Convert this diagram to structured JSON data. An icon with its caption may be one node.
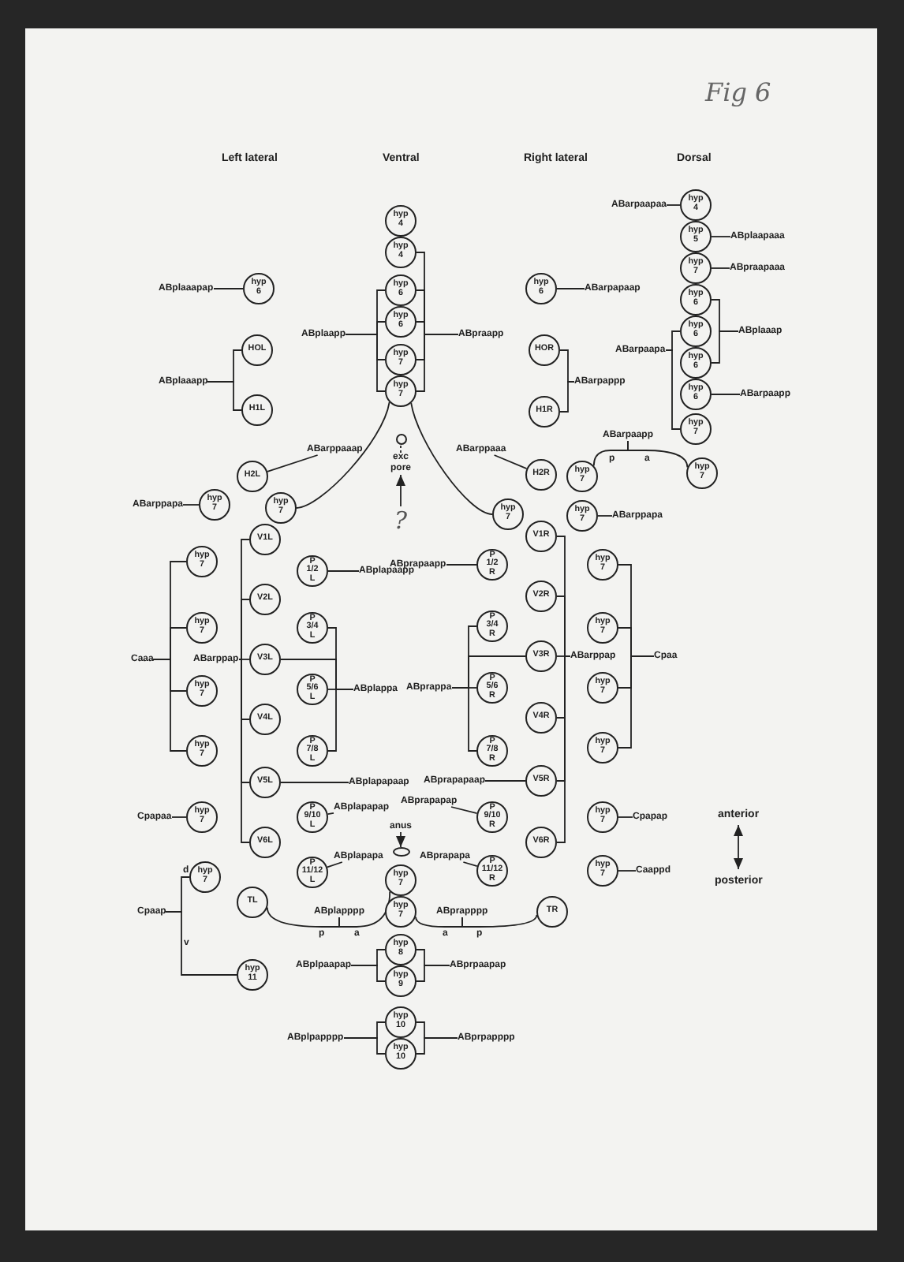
{
  "diagram": {
    "nodes": [
      {
        "text": [
          "hyp 4"
        ]
      },
      {
        "text": [
          "hyp 4"
        ]
      },
      {
        "text": [
          "hyp 6"
        ]
      },
      {
        "text": [
          "hyp 6"
        ]
      },
      {
        "text": [
          "hyp 7"
        ]
      },
      {
        "text": [
          "hyp 7"
        ]
      },
      {
        "text": [
          "ABplaapp"
        ]
      },
      {
        "text": [
          "ABpraapp"
        ]
      },
      {
        "text": [
          "hyp 6"
        ]
      },
      {
        "text": [
          "ABplaaapap"
        ]
      },
      {
        "text": [
          "HOL"
        ]
      },
      {
        "text": [
          "H1L"
        ]
      },
      {
        "text": [
          "ABplaaapp"
        ]
      },
      {
        "text": [
          "hyp 6"
        ]
      },
      {
        "text": [
          "ABarpapaap"
        ]
      },
      {
        "text": [
          "HOR"
        ]
      },
      {
        "text": [
          "H1R"
        ]
      },
      {
        "text": [
          "ABarpappp"
        ]
      },
      {
        "text": [
          "ABarpaapaa"
        ]
      },
      {
        "text": [
          "hyp 4"
        ]
      },
      {
        "text": [
          "hyp 5"
        ]
      },
      {
        "text": [
          "hyp 7"
        ]
      },
      {
        "text": [
          "ABplaapaaa"
        ]
      },
      {
        "text": [
          "ABpraapaaa"
        ]
      },
      {
        "text": [
          "hyp 6"
        ]
      },
      {
        "text": [
          "hyp 6"
        ]
      },
      {
        "text": [
          "hyp 6"
        ]
      },
      {
        "text": [
          "hyp 6"
        ]
      },
      {
        "text": [
          "hyp 7"
        ]
      },
      {
        "text": [
          "ABplaaap"
        ]
      },
      {
        "text": [
          "ABarpaapa"
        ]
      },
      {
        "text": [
          "ABarpaapp"
        ]
      },
      {
        "text": [
          "ABarppaaap"
        ]
      },
      {
        "text": [
          "H2L"
        ]
      },
      {
        "text": [
          "ABarppapa"
        ]
      },
      {
        "text": [
          "hyp 7"
        ]
      },
      {
        "text": [
          "hyp 7"
        ]
      },
      {
        "text": [],
        "shape": "circle"
      },
      {
        "text": [
          "exc pore"
        ]
      },
      {
        "text": [
          "ABarppaaa"
        ]
      },
      {
        "text": [
          "H2R"
        ]
      },
      {
        "text": [
          "hyp 7"
        ]
      },
      {
        "text": [
          "hyp 7"
        ]
      },
      {
        "text": [
          "ABarpaapp"
        ]
      },
      {
        "text": [
          "hyp 7"
        ]
      },
      {
        "text": [
          "hyp 7"
        ]
      },
      {
        "text": [
          "ABarppapa"
        ]
      },
      {
        "text": [
          "V1L"
        ]
      },
      {
        "text": [
          "hyp 7"
        ]
      },
      {
        "text": [
          "P 1/2 L"
        ]
      },
      {
        "text": [
          "ABplapaapp"
        ]
      },
      {
        "text": [
          "V2L"
        ]
      },
      {
        "text": [
          "hyp 7"
        ]
      },
      {
        "text": [
          "P 3/4 L"
        ]
      },
      {
        "text": [
          "V3L"
        ]
      },
      {
        "text": [
          "Caaa"
        ]
      },
      {
        "text": [
          "ABarppap"
        ]
      },
      {
        "text": [
          "hyp 7"
        ]
      },
      {
        "text": [
          "P 5/6 L"
        ]
      },
      {
        "text": [
          "ABplappa"
        ]
      },
      {
        "text": [
          "V4L"
        ]
      },
      {
        "text": [
          "hyp 7"
        ]
      },
      {
        "text": [
          "P 7/8 L"
        ]
      },
      {
        "text": [
          "V5L"
        ]
      },
      {
        "text": [
          "ABplapapaap"
        ]
      },
      {
        "text": [
          "hyp 7"
        ]
      },
      {
        "text": [
          "Cpapaa"
        ]
      },
      {
        "text": [
          "P 9/10 L"
        ]
      },
      {
        "text": [
          "ABplapapap"
        ]
      },
      {
        "text": [
          "V6L"
        ]
      },
      {
        "text": [
          "V1R"
        ]
      },
      {
        "text": [
          "P 1/2 R"
        ]
      },
      {
        "text": [
          "ABprapaapp"
        ]
      },
      {
        "text": [
          "hyp 7"
        ]
      },
      {
        "text": [
          "V2R"
        ]
      },
      {
        "text": [
          "P 3/4 R"
        ]
      },
      {
        "text": [
          "hyp 7"
        ]
      },
      {
        "text": [
          "V3R"
        ]
      },
      {
        "text": [
          "ABarppap"
        ]
      },
      {
        "text": [
          "Cpaa"
        ]
      },
      {
        "text": [
          "P 5/6 R"
        ]
      },
      {
        "text": [
          "ABprappa"
        ]
      },
      {
        "text": [
          "hyp 7"
        ]
      },
      {
        "text": [
          "V4R"
        ]
      },
      {
        "text": [
          "P 7/8 R"
        ]
      },
      {
        "text": [
          "hyp 7"
        ]
      },
      {
        "text": [
          "V5R"
        ]
      },
      {
        "text": [
          "ABprapapaap"
        ]
      },
      {
        "text": [
          "P 9/10 R"
        ]
      },
      {
        "text": [
          "ABprapapap"
        ]
      },
      {
        "text": [
          "hyp 7"
        ]
      },
      {
        "text": [
          "Cpapap"
        ]
      },
      {
        "text": [
          "V6R"
        ]
      },
      {
        "text": [
          "anus"
        ]
      },
      {
        "text": [],
        "shape": "ellipse"
      },
      {
        "text": [
          "hyp 7"
        ]
      },
      {
        "text": [
          "P 11/12 L"
        ]
      },
      {
        "text": [
          "ABplapapa"
        ]
      },
      {
        "text": [
          "ABprapapa"
        ]
      },
      {
        "text": [
          "P 11/12 R"
        ]
      },
      {
        "text": [
          "hyp 7"
        ]
      },
      {
        "text": [
          "Caappd"
        ]
      },
      {
        "text": [
          "Cpaap"
        ]
      },
      {
        "text": [
          "TL"
        ]
      },
      {
        "text": [
          "ABplapppp"
        ]
      },
      {
        "text": [
          "hyp 7"
        ]
      },
      {
        "text": [
          "hyp 7"
        ]
      },
      {
        "text": [
          "ABprapppp"
        ]
      },
      {
        "text": [
          "TR"
        ]
      },
      {
        "text": [
          "hyp 11"
        ]
      },
      {
        "text": [
          "hyp 8"
        ]
      },
      {
        "text": [
          "hyp 9"
        ]
      },
      {
        "text": [
          "ABplpaapap"
        ]
      },
      {
        "text": [
          "ABprpaapap"
        ]
      },
      {
        "text": [
          "hyp 10"
        ]
      },
      {
        "text": [
          "hyp 10"
        ]
      },
      {
        "text": [
          "ABplpapppp"
        ]
      },
      {
        "text": [
          "ABprpapppp"
        ]
      },
      {
        "text": [
          "?"
        ]
      }
    ],
    "edges": [
      {
        "from": 6,
        "to": 2,
        "arrow": "none"
      },
      {
        "from": 6,
        "to": 3,
        "arrow": "none"
      },
      {
        "from": 6,
        "to": 4,
        "arrow": "none"
      },
      {
        "from": 6,
        "to": 5,
        "arrow": "none"
      },
      {
        "from": 7,
        "to": 1,
        "arrow": "none"
      },
      {
        "from": 7,
        "to": 2,
        "arrow": "none"
      },
      {
        "from": 7,
        "to": 3,
        "arrow": "none"
      },
      {
        "from": 7,
        "to": 4,
        "arrow": "none"
      },
      {
        "from": 7,
        "to": 5,
        "arrow": "none"
      },
      {
        "from": 5,
        "to": 36,
        "arrow": "none"
      },
      {
        "from": 5,
        "to": 41,
        "arrow": "none"
      },
      {
        "from": 9,
        "to": 8,
        "arrow": "none"
      },
      {
        "from": 12,
        "to": 10,
        "arrow": "none"
      },
      {
        "from": 12,
        "to": 11,
        "arrow": "none"
      },
      {
        "from": 14,
        "to": 13,
        "arrow": "none"
      },
      {
        "from": 17,
        "to": 15,
        "arrow": "none"
      },
      {
        "from": 17,
        "to": 16,
        "arrow": "none"
      },
      {
        "from": 18,
        "to": 19,
        "arrow": "none"
      },
      {
        "from": 22,
        "to": 20,
        "arrow": "none"
      },
      {
        "from": 23,
        "to": 21,
        "arrow": "none"
      },
      {
        "from": 29,
        "to": 24,
        "arrow": "none"
      },
      {
        "from": 29,
        "to": 26,
        "arrow": "none"
      },
      {
        "from": 30,
        "to": 25,
        "arrow": "none"
      },
      {
        "from": 30,
        "to": 28,
        "arrow": "none"
      },
      {
        "from": 31,
        "to": 27,
        "arrow": "none"
      },
      {
        "from": 32,
        "to": 33,
        "arrow": "none"
      },
      {
        "from": 34,
        "to": 35,
        "arrow": "none"
      },
      {
        "from": 38,
        "to": 37,
        "arrow": "none",
        "style": "dashed"
      },
      {
        "from": 118,
        "to": 38,
        "arrow": "to"
      },
      {
        "from": 39,
        "to": 40,
        "arrow": "none"
      },
      {
        "from": 43,
        "to": 42,
        "arrow": "none"
      },
      {
        "from": 43,
        "to": 44,
        "arrow": "none"
      },
      {
        "from": 46,
        "to": 45,
        "arrow": "none"
      },
      {
        "from": 55,
        "to": 48,
        "arrow": "none"
      },
      {
        "from": 55,
        "to": 52,
        "arrow": "none"
      },
      {
        "from": 55,
        "to": 57,
        "arrow": "none"
      },
      {
        "from": 55,
        "to": 61,
        "arrow": "none"
      },
      {
        "from": 56,
        "to": 47,
        "arrow": "none"
      },
      {
        "from": 56,
        "to": 51,
        "arrow": "none"
      },
      {
        "from": 56,
        "to": 54,
        "arrow": "none"
      },
      {
        "from": 56,
        "to": 60,
        "arrow": "none"
      },
      {
        "from": 56,
        "to": 63,
        "arrow": "none"
      },
      {
        "from": 56,
        "to": 69,
        "arrow": "none"
      },
      {
        "from": 50,
        "to": 49,
        "arrow": "none"
      },
      {
        "from": 59,
        "to": 53,
        "arrow": "none"
      },
      {
        "from": 59,
        "to": 58,
        "arrow": "none"
      },
      {
        "from": 59,
        "to": 62,
        "arrow": "none"
      },
      {
        "from": 59,
        "to": 54,
        "arrow": "none"
      },
      {
        "from": 64,
        "to": 63,
        "arrow": "none"
      },
      {
        "from": 66,
        "to": 65,
        "arrow": "none"
      },
      {
        "from": 68,
        "to": 67,
        "arrow": "none"
      },
      {
        "from": 72,
        "to": 71,
        "arrow": "none"
      },
      {
        "from": 79,
        "to": 73,
        "arrow": "none"
      },
      {
        "from": 79,
        "to": 76,
        "arrow": "none"
      },
      {
        "from": 79,
        "to": 82,
        "arrow": "none"
      },
      {
        "from": 79,
        "to": 85,
        "arrow": "none"
      },
      {
        "from": 78,
        "to": 70,
        "arrow": "none"
      },
      {
        "from": 78,
        "to": 74,
        "arrow": "none"
      },
      {
        "from": 78,
        "to": 77,
        "arrow": "none"
      },
      {
        "from": 78,
        "to": 83,
        "arrow": "none"
      },
      {
        "from": 78,
        "to": 86,
        "arrow": "none"
      },
      {
        "from": 78,
        "to": 92,
        "arrow": "none"
      },
      {
        "from": 81,
        "to": 75,
        "arrow": "none"
      },
      {
        "from": 81,
        "to": 80,
        "arrow": "none"
      },
      {
        "from": 81,
        "to": 84,
        "arrow": "none"
      },
      {
        "from": 81,
        "to": 77,
        "arrow": "none"
      },
      {
        "from": 87,
        "to": 86,
        "arrow": "none"
      },
      {
        "from": 89,
        "to": 88,
        "arrow": "none"
      },
      {
        "from": 91,
        "to": 90,
        "arrow": "none"
      },
      {
        "from": 93,
        "to": 94,
        "arrow": "to"
      },
      {
        "from": 97,
        "to": 96,
        "arrow": "none"
      },
      {
        "from": 98,
        "to": 99,
        "arrow": "none"
      },
      {
        "from": 101,
        "to": 100,
        "arrow": "none"
      },
      {
        "from": 102,
        "to": 95,
        "arrow": "none"
      },
      {
        "from": 102,
        "to": 109,
        "arrow": "none"
      },
      {
        "from": 104,
        "to": 103,
        "arrow": "none"
      },
      {
        "from": 104,
        "to": 105,
        "arrow": "none"
      },
      {
        "from": 107,
        "to": 106,
        "arrow": "none"
      },
      {
        "from": 107,
        "to": 108,
        "arrow": "none"
      },
      {
        "from": 112,
        "to": 110,
        "arrow": "none"
      },
      {
        "from": 112,
        "to": 111,
        "arrow": "none"
      },
      {
        "from": 113,
        "to": 110,
        "arrow": "none"
      },
      {
        "from": 113,
        "to": 111,
        "arrow": "none"
      },
      {
        "from": 116,
        "to": 114,
        "arrow": "none"
      },
      {
        "from": 116,
        "to": 115,
        "arrow": "none"
      },
      {
        "from": 117,
        "to": 114,
        "arrow": "none"
      },
      {
        "from": 117,
        "to": 115,
        "arrow": "none"
      }
    ],
    "labels": [
      "Fig 6",
      "Left lateral",
      "Ventral",
      "Right lateral",
      "Dorsal",
      "p",
      "a",
      "anterior",
      "d",
      "p",
      "a",
      "a",
      "p",
      "posterior",
      "v"
    ]
  }
}
